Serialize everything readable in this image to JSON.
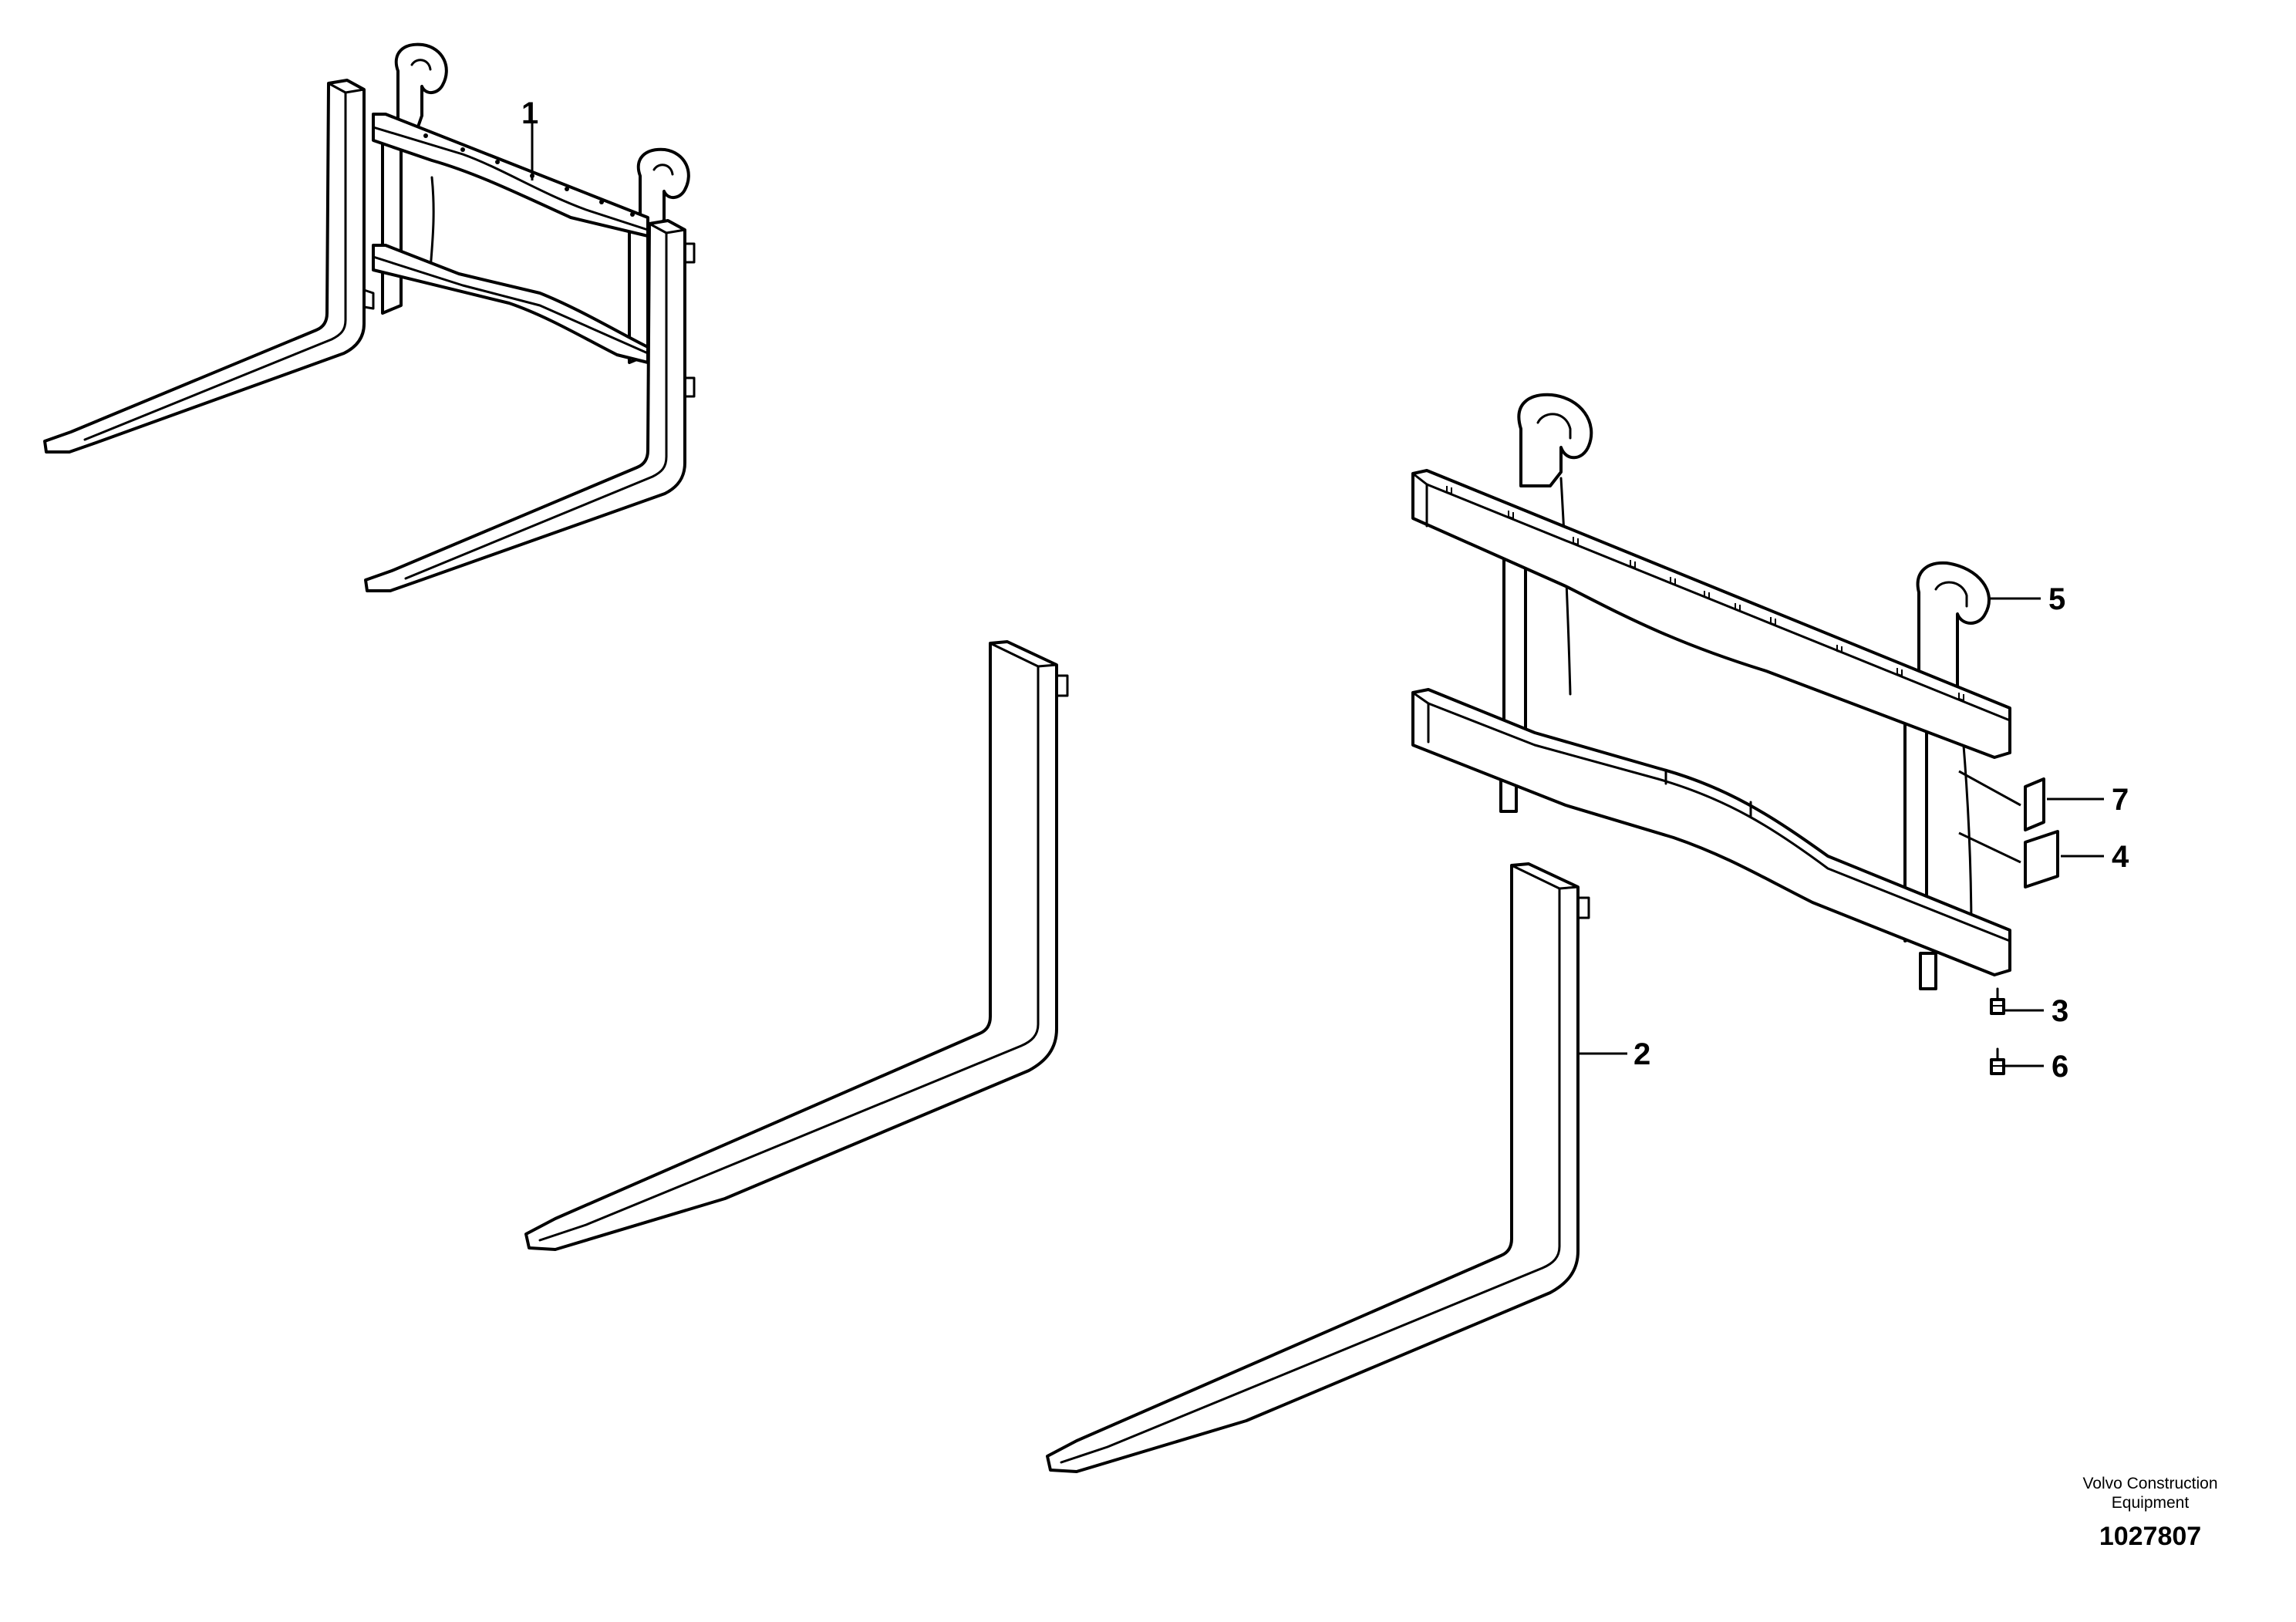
{
  "callouts": [
    "1",
    "2",
    "3",
    "4",
    "5",
    "6",
    "7"
  ],
  "footer": {
    "company_line1": "Volvo Construction",
    "company_line2": "Equipment",
    "drawing_number": "1027807"
  }
}
